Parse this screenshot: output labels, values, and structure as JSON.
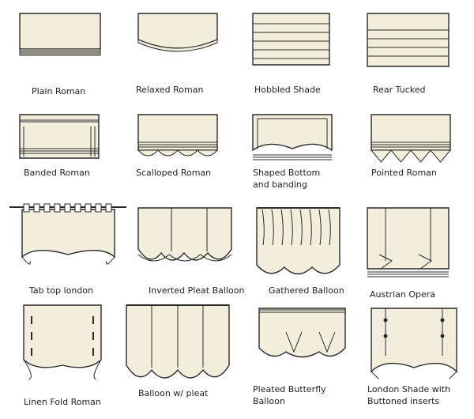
{
  "colors": {
    "fabric": "#f3eedc",
    "stroke": "#2a2a2a",
    "shade": "#8a8678"
  },
  "items": [
    {
      "label": "Plain Roman"
    },
    {
      "label": "Relaxed Roman"
    },
    {
      "label": "Hobbled Shade"
    },
    {
      "label": "Rear Tucked"
    },
    {
      "label": "Banded Roman"
    },
    {
      "label": "Scalloped Roman"
    },
    {
      "label": "Shaped Bottom",
      "label2": "and banding"
    },
    {
      "label": "Pointed Roman"
    },
    {
      "label": "Tab top london"
    },
    {
      "label": "Inverted Pleat Balloon"
    },
    {
      "label": "Gathered Balloon"
    },
    {
      "label": "Austrian Opera"
    },
    {
      "label": "Linen Fold Roman"
    },
    {
      "label": "Balloon w/ pleat"
    },
    {
      "label": "Pleated Butterfly",
      "label2": "Balloon"
    },
    {
      "label": "London Shade with",
      "label2": "Buttoned inserts"
    }
  ]
}
